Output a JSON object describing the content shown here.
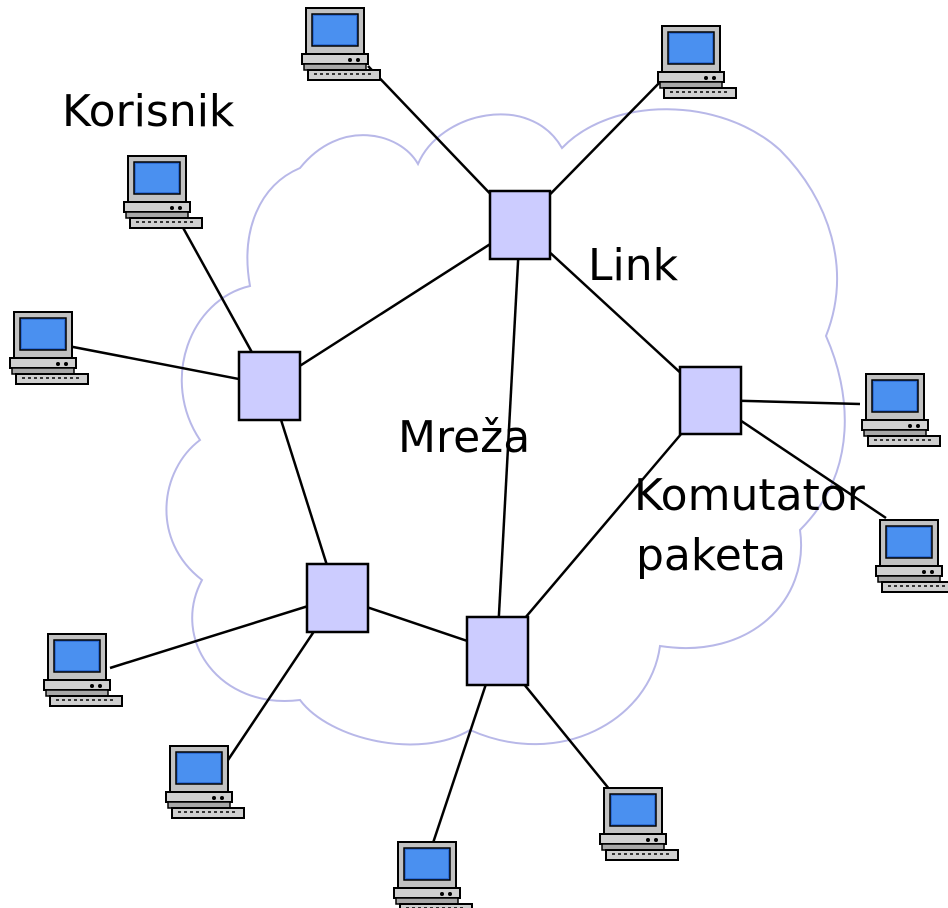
{
  "labels": {
    "user": "Korisnik",
    "link": "Link",
    "network": "Mreža",
    "switch_line1": "Komutator",
    "switch_line2": "paketa"
  },
  "colors": {
    "cloud_stroke": "#b8b8e8",
    "switch_fill": "#ccccff",
    "screen": "#3f86f2",
    "computer_body": "#bdbdbd",
    "line": "#000000"
  },
  "icons": {
    "switch": "square-switch-icon",
    "computer": "desktop-computer-icon"
  }
}
